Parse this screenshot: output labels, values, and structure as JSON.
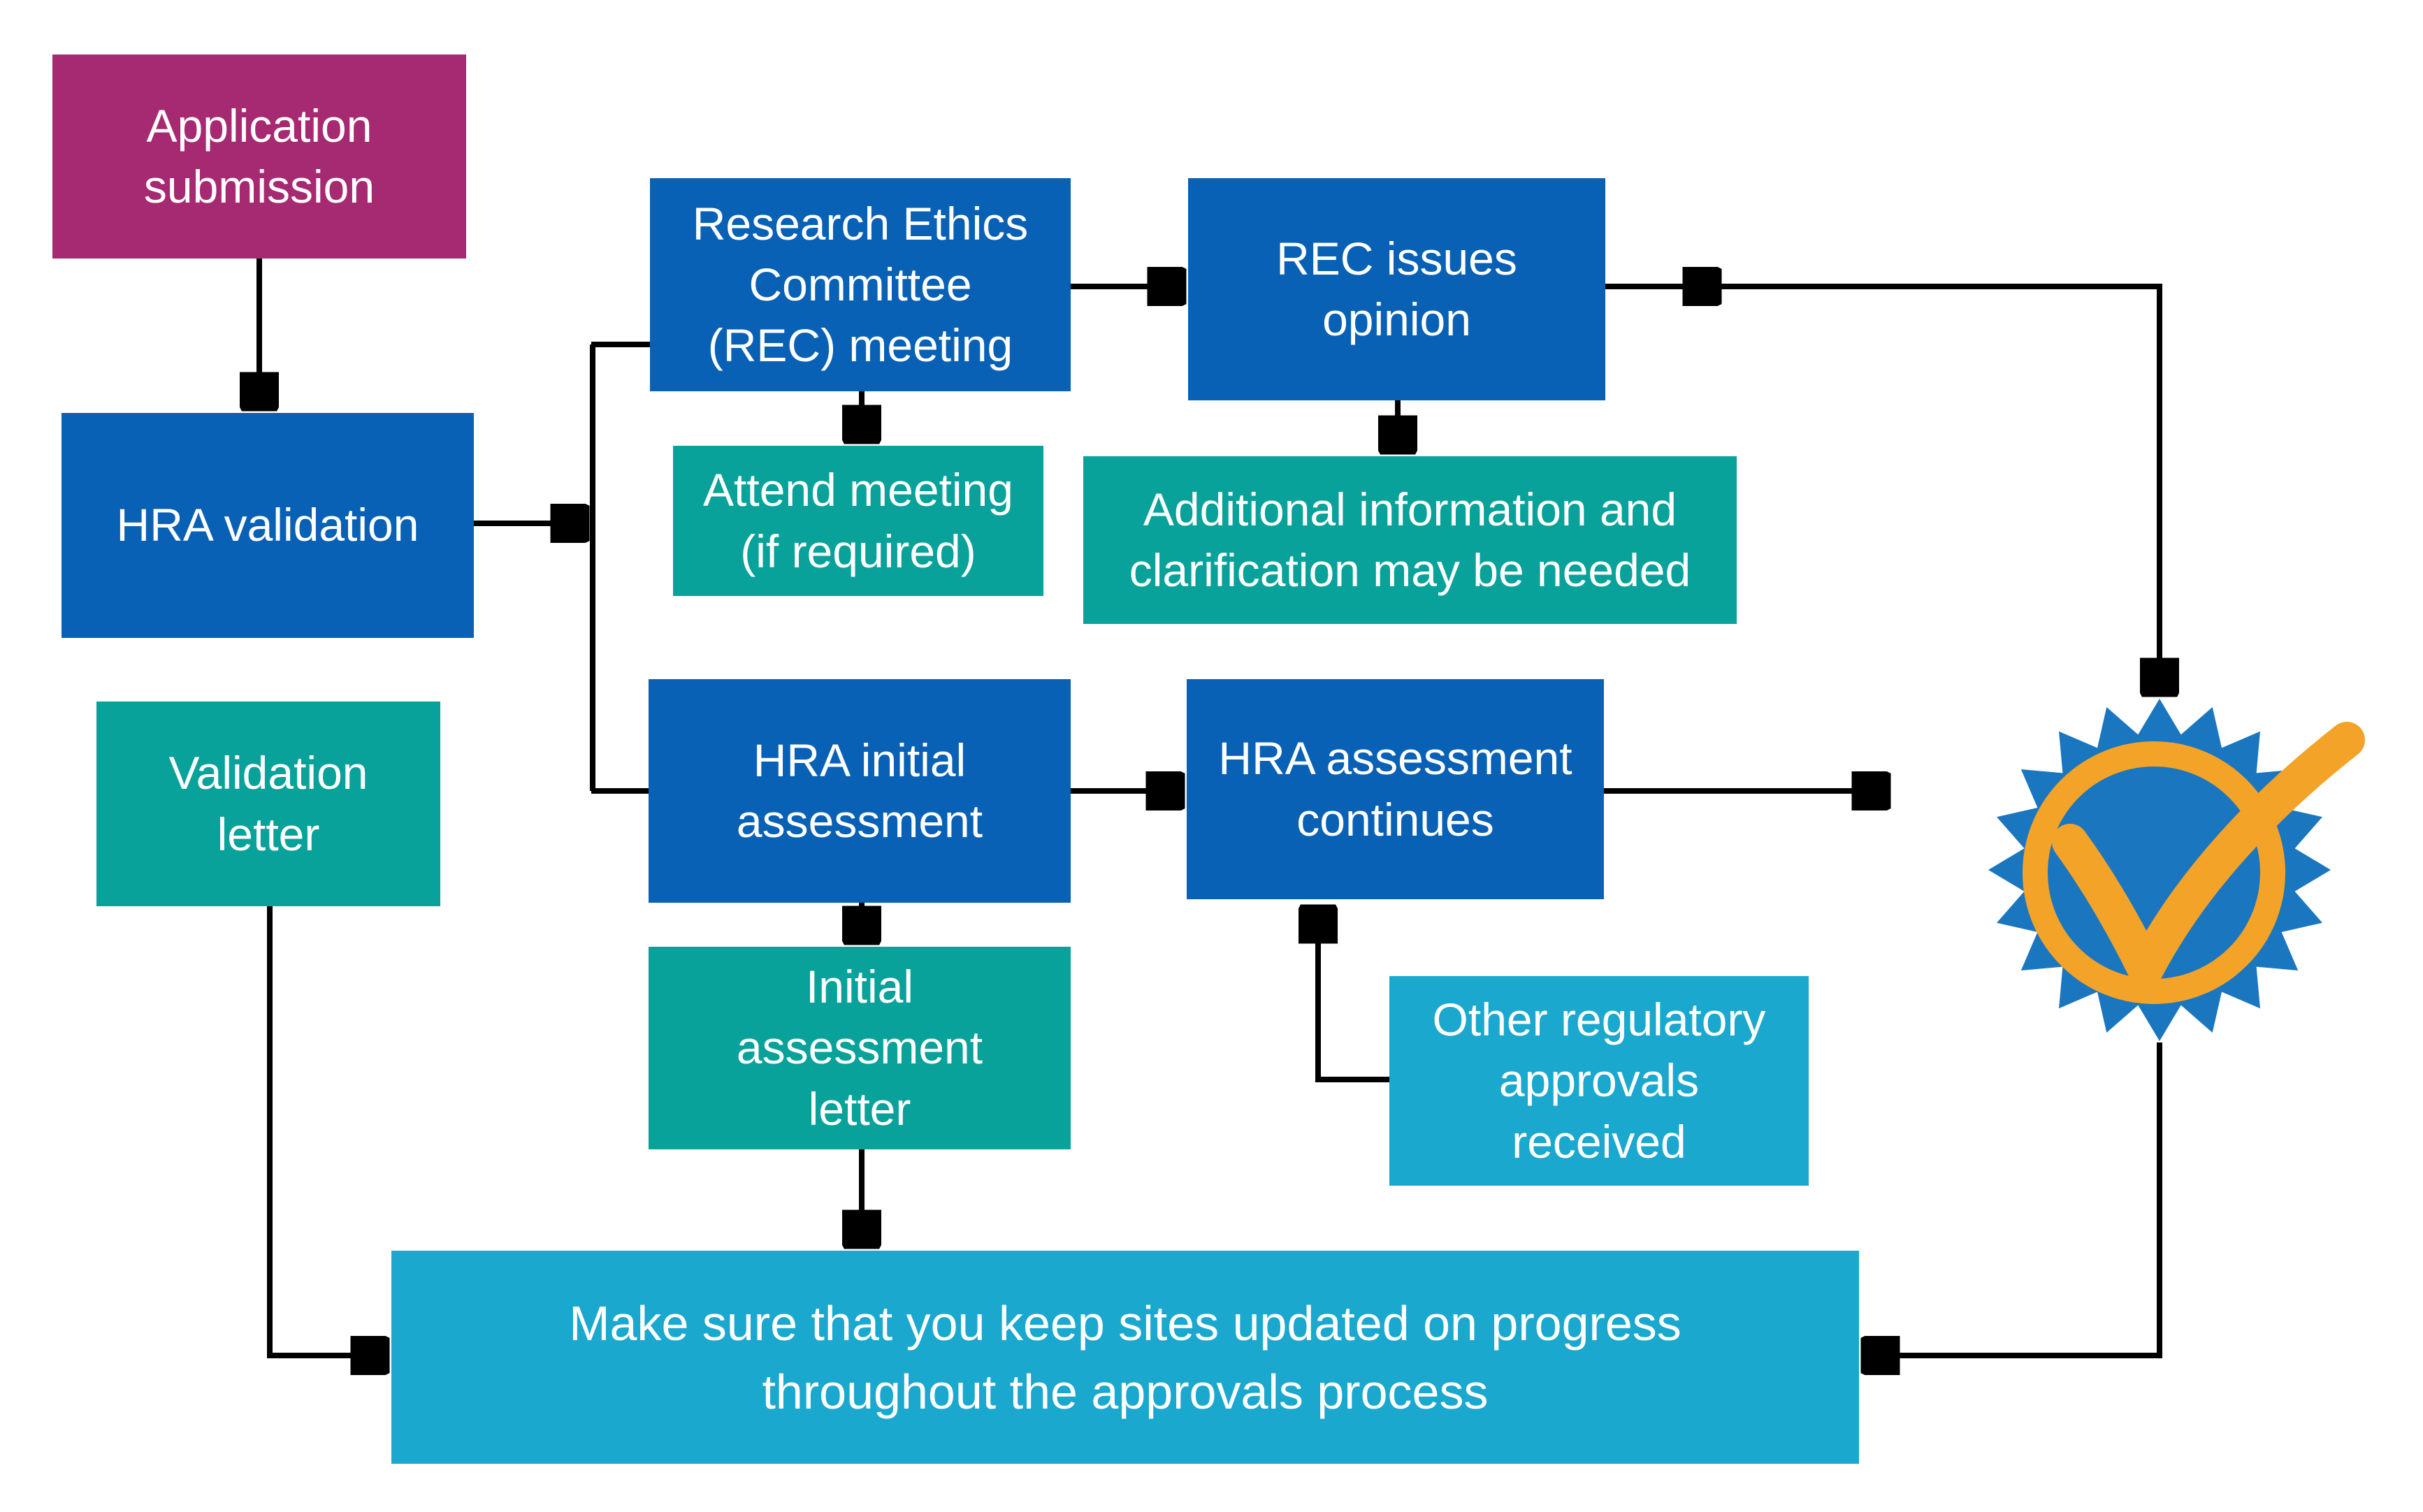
{
  "colors": {
    "background": "#FFFFFF",
    "text": "#FFFFFF",
    "arrow": "#000000",
    "node_magenta": "#A62A72",
    "node_blue": "#0961B5",
    "node_teal": "#09A29A",
    "node_cyan": "#1BA8CE",
    "badge_blue": "#1B76C0",
    "badge_orange": "#F4A329"
  },
  "icons": {
    "badge": "approval-check-badge"
  },
  "nodes": {
    "application_submission": {
      "label": "Application\nsubmission"
    },
    "hra_validation": {
      "label": "HRA validation"
    },
    "validation_letter": {
      "label": "Validation\nletter"
    },
    "rec_meeting": {
      "label": "Research Ethics\nCommittee\n(REC) meeting"
    },
    "attend_meeting": {
      "label": "Attend meeting\n(if required)"
    },
    "rec_issues_opinion": {
      "label": "REC issues\nopinion"
    },
    "additional_information": {
      "label": "Additional information and\nclarification may be needed"
    },
    "hra_initial_assessment": {
      "label": "HRA initial\nassessment"
    },
    "hra_assessment_continues": {
      "label": "HRA assessment\ncontinues"
    },
    "initial_assessment_letter": {
      "label": "Initial\nassessment\nletter"
    },
    "other_regulatory_approvals": {
      "label": "Other regulatory\napprovals\nreceived"
    },
    "sites_update_banner": {
      "label": "Make sure that you keep sites updated on progress\nthroughout the approvals process"
    }
  }
}
